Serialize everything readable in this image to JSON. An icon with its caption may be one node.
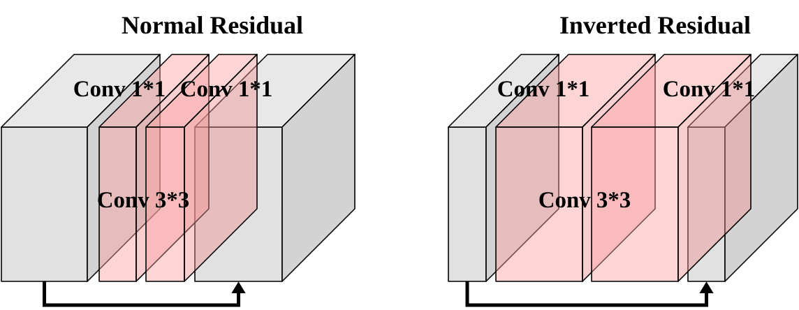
{
  "diagram": {
    "nodes": [
      {
        "text": [],
        "shape": "box"
      },
      {
        "text": [],
        "shape": "box"
      },
      {
        "text": [],
        "shape": "box"
      },
      {
        "text": [],
        "shape": "box"
      },
      {
        "text": [],
        "shape": "box"
      },
      {
        "text": [],
        "shape": "box"
      },
      {
        "text": [],
        "shape": "box"
      },
      {
        "text": [],
        "shape": "box"
      }
    ],
    "edges": [
      {
        "from": 0,
        "to": 3,
        "arrow": "to"
      },
      {
        "from": 4,
        "to": 7,
        "arrow": "to"
      }
    ],
    "labels": [
      "Normal Residual",
      "Conv 1*1",
      "Conv 1*1",
      "Conv 3*3",
      "Inverted Residual",
      "Conv 1*1",
      "Conv 1*1",
      "Conv 3*3"
    ]
  }
}
